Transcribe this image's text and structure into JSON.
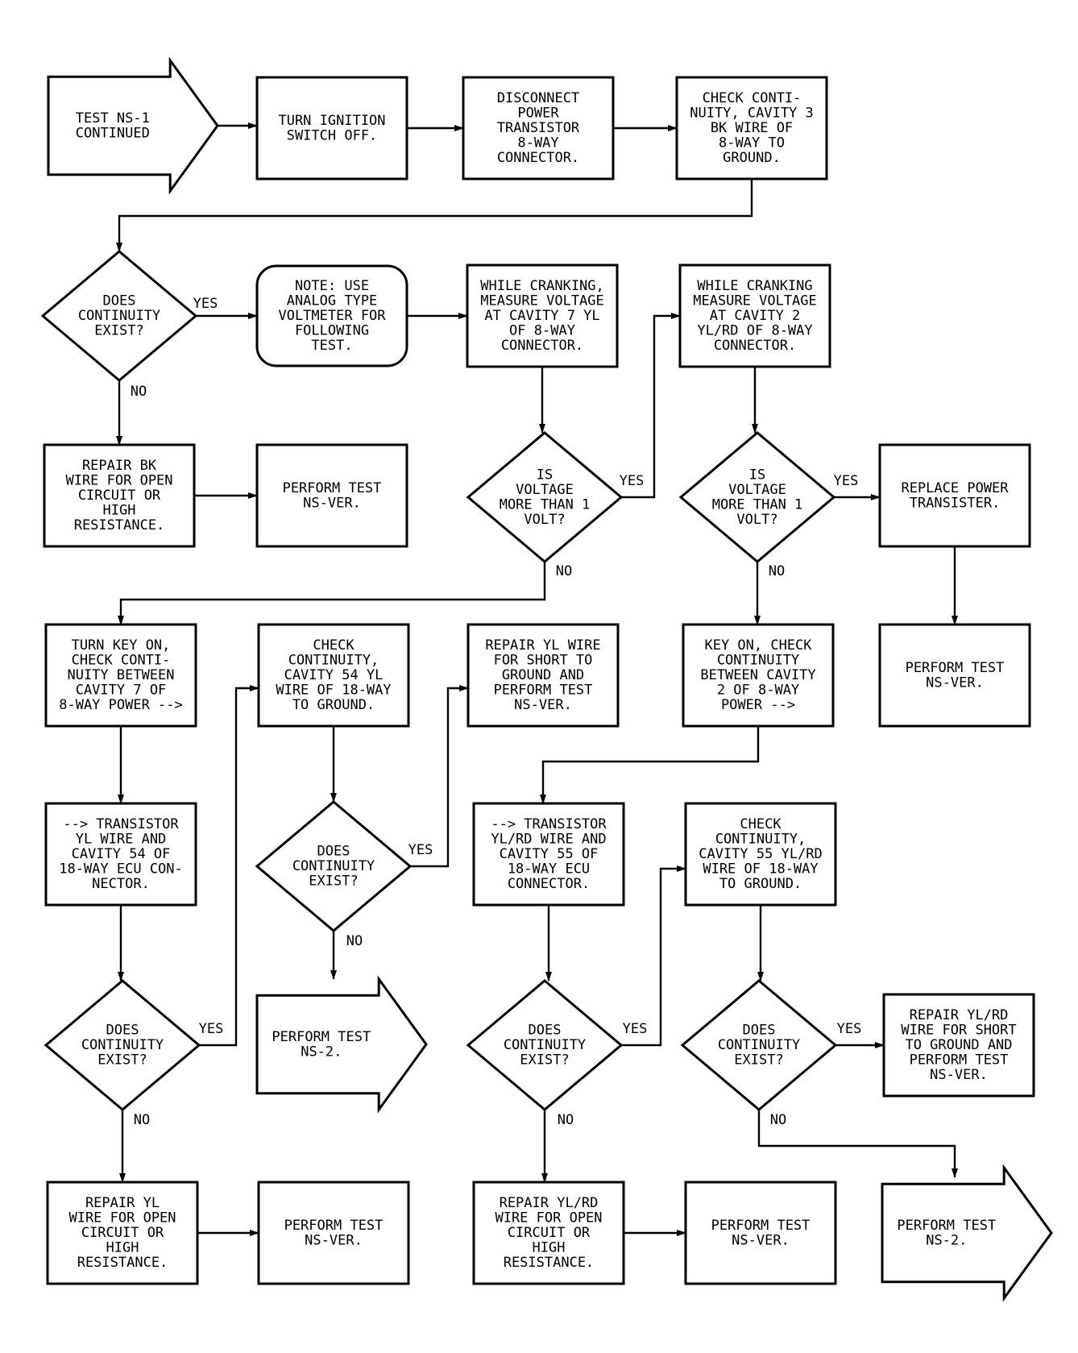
{
  "nodes": {
    "start_ns1": [
      "TEST NS-1",
      "CONTINUED"
    ],
    "turn_ignition_off": [
      "TURN IGNITION",
      "SWITCH OFF."
    ],
    "disconnect_transistor": [
      "DISCONNECT",
      "POWER",
      "TRANSISTOR",
      "8-WAY",
      "CONNECTOR."
    ],
    "check_cavity3": [
      "CHECK CONTI-",
      "NUITY, CAVITY 3",
      "BK WIRE OF",
      "8-WAY TO",
      "GROUND."
    ],
    "does_continuity_1": [
      "DOES",
      "CONTINUITY",
      "EXIST?"
    ],
    "note_analog": [
      "NOTE: USE",
      "ANALOG TYPE",
      "VOLTMETER FOR",
      "FOLLOWING",
      "TEST."
    ],
    "measure_cavity7": [
      "WHILE CRANKING,",
      "MEASURE VOLTAGE",
      "AT CAVITY 7 YL",
      "OF 8-WAY",
      "CONNECTOR."
    ],
    "measure_cavity2": [
      "WHILE CRANKING",
      "MEASURE VOLTAGE",
      "AT CAVITY 2",
      "YL/RD OF 8-WAY",
      "CONNECTOR."
    ],
    "repair_bk": [
      "REPAIR BK",
      "WIRE FOR OPEN",
      "CIRCUIT OR",
      "HIGH",
      "RESISTANCE."
    ],
    "perform_nsver_1": [
      "PERFORM TEST",
      "NS-VER."
    ],
    "voltage_gt1_a": [
      "IS",
      "VOLTAGE",
      "MORE THAN 1",
      "VOLT?"
    ],
    "voltage_gt1_b": [
      "IS",
      "VOLTAGE",
      "MORE THAN 1",
      "VOLT?"
    ],
    "replace_transister": [
      "REPLACE POWER",
      "TRANSISTER."
    ],
    "turn_key_on": [
      "TURN KEY ON,",
      "CHECK CONTI-",
      "NUITY BETWEEN",
      "CAVITY 7 OF",
      "8-WAY POWER -->"
    ],
    "check_cavity54": [
      "CHECK",
      "CONTINUITY,",
      "CAVITY 54 YL",
      "WIRE OF 18-WAY",
      "TO GROUND."
    ],
    "repair_yl_short": [
      "REPAIR YL WIRE",
      "FOR SHORT TO",
      "GROUND AND",
      "PERFORM TEST",
      "NS-VER."
    ],
    "key_on_cavity2": [
      "KEY ON, CHECK",
      "CONTINUITY",
      "BETWEEN CAVITY",
      "2 OF 8-WAY",
      "POWER -->"
    ],
    "perform_nsver_2": [
      "PERFORM TEST",
      "NS-VER."
    ],
    "transistor_yl": [
      "--> TRANSISTOR",
      "YL WIRE AND",
      "CAVITY 54 OF",
      "18-WAY ECU CON-",
      "NECTOR."
    ],
    "does_continuity_2": [
      "DOES",
      "CONTINUITY",
      "EXIST?"
    ],
    "transistor_ylrd": [
      "--> TRANSISTOR",
      "YL/RD WIRE AND",
      "CAVITY 55 OF",
      "18-WAY ECU",
      "CONNECTOR."
    ],
    "check_cavity55": [
      "CHECK",
      "CONTINUITY,",
      "CAVITY 55 YL/RD",
      "WIRE OF 18-WAY",
      "TO GROUND."
    ],
    "does_continuity_3": [
      "DOES",
      "CONTINUITY",
      "EXIST?"
    ],
    "perform_ns2_a": [
      "PERFORM TEST",
      "NS-2."
    ],
    "does_continuity_4": [
      "DOES",
      "CONTINUITY",
      "EXIST?"
    ],
    "does_continuity_5": [
      "DOES",
      "CONTINUITY",
      "EXIST?"
    ],
    "repair_ylrd_short": [
      "REPAIR YL/RD",
      "WIRE FOR SHORT",
      "TO GROUND AND",
      "PERFORM TEST",
      "NS-VER."
    ],
    "repair_yl_open": [
      "REPAIR YL",
      "WIRE FOR OPEN",
      "CIRCUIT OR",
      "HIGH",
      "RESISTANCE."
    ],
    "perform_nsver_3": [
      "PERFORM TEST",
      "NS-VER."
    ],
    "repair_ylrd_open": [
      "REPAIR YL/RD",
      "WIRE FOR OPEN",
      "CIRCUIT OR",
      "HIGH",
      "RESISTANCE."
    ],
    "perform_nsver_4": [
      "PERFORM TEST",
      "NS-VER."
    ],
    "perform_ns2_b": [
      "PERFORM TEST",
      "NS-2."
    ]
  },
  "edge_labels": {
    "yes": "YES",
    "no": "NO"
  }
}
